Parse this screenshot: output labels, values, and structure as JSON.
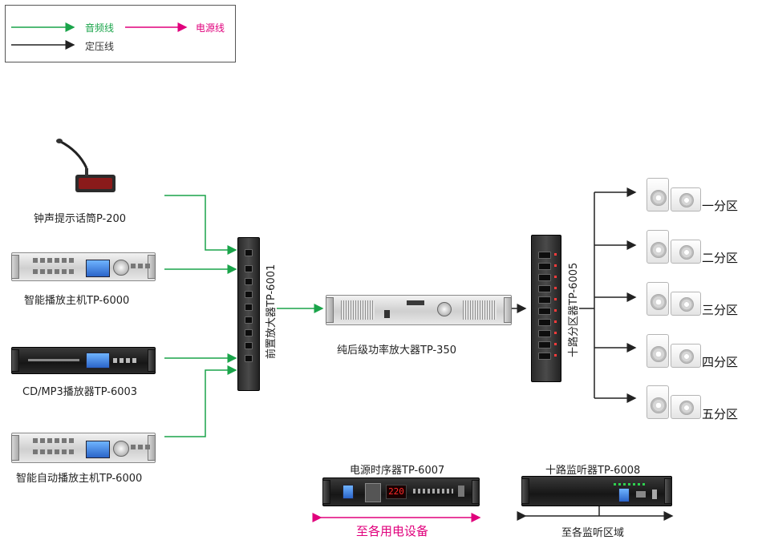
{
  "legend": {
    "audio": {
      "label": "音频线",
      "color": "#1aa44a"
    },
    "power": {
      "label": "电源线",
      "color": "#e0007c"
    },
    "constant_voltage": {
      "label": "定压线",
      "color": "#222222"
    }
  },
  "sources": [
    {
      "label": "钟声提示话筒P-200",
      "icon": "paging-microphone-icon"
    },
    {
      "label": "智能播放主机TP-6000",
      "icon": "rack-player-icon"
    },
    {
      "label": "CD/MP3播放器TP-6003",
      "icon": "cd-player-icon"
    },
    {
      "label": "智能自动播放主机TP-6000",
      "icon": "rack-player-icon"
    }
  ],
  "preamp": {
    "label": "前置放大器TP-6001"
  },
  "amplifier": {
    "label": "纯后级功率放大器TP-350",
    "brand": "TP-350"
  },
  "splitter": {
    "label": "十路分区器TP-6005"
  },
  "zones": [
    "一分区",
    "二分区",
    "三分区",
    "四分区",
    "五分区"
  ],
  "sequencer": {
    "label": "电源时序器TP-6007",
    "display": "220",
    "caption": "至各用电设备"
  },
  "monitor": {
    "label": "十路监听器TP-6008",
    "caption": "至各监听区域"
  }
}
